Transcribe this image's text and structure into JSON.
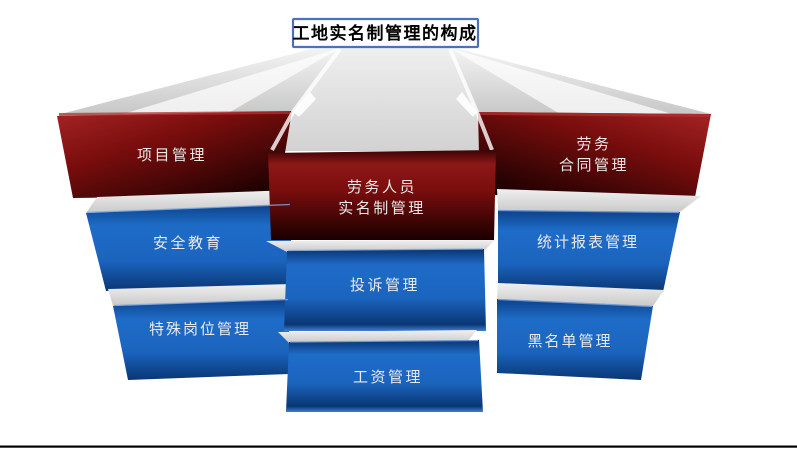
{
  "title": {
    "text": "工地实名制管理的构成"
  },
  "blocks": {
    "row1_left": {
      "label": "项目管理"
    },
    "row1_right": {
      "line1": "劳务",
      "line2": "合同管理"
    },
    "center_main": {
      "line1": "劳务人员",
      "line2": "实名制管理"
    },
    "row2_left": {
      "label": "安全教育"
    },
    "row2_right": {
      "label": "统计报表管理"
    },
    "center_mid": {
      "label": "投诉管理"
    },
    "row3_left": {
      "label": "特殊岗位管理"
    },
    "row3_right": {
      "label": "黑名单管理"
    },
    "center_bottom": {
      "label": "工资管理"
    }
  },
  "colors": {
    "fan_light": "#F4F4F4",
    "fan_dark": "#C7C7C7",
    "col_light": "#EFEFEF",
    "col_dark": "#D2D2D2",
    "strip_light": "#F0F0F0",
    "strip_dark": "#C9C9C9",
    "red_hi": "#A62424",
    "red_mid": "#7A0D0D",
    "red_dark": "#190000",
    "red_center_top": "#3A0303",
    "red_center_bright": "#8E1818",
    "blue_top": "#0C4188",
    "blue_bright": "#1E6CC8",
    "blue_mid": "#1B64BE",
    "blue_deep": "#0A3673",
    "blue_center_top": "#0A3470",
    "blue_lip": "#3F80D0",
    "ray": "#FFFFFF",
    "title_border": "#4F6FB8",
    "title_text": "#000000",
    "label_text": "#E9E9E9",
    "baseline": "#000000"
  }
}
